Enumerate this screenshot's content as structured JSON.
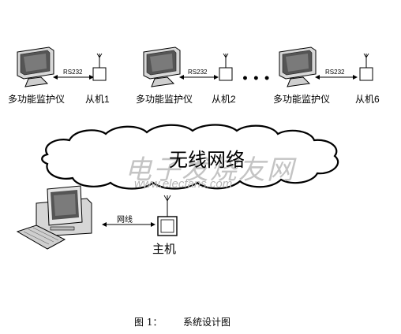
{
  "devices": [
    {
      "monitor_label": "多功能监护仪",
      "link_label": "RS232",
      "slave_label": "从机1"
    },
    {
      "monitor_label": "多功能监护仪",
      "link_label": "RS232",
      "slave_label": "从机2"
    },
    {
      "monitor_label": "多功能监护仪",
      "link_label": "RS232",
      "slave_label": "从机6"
    }
  ],
  "ellipsis": "• • •",
  "cloud_label": "无线网络",
  "watermark": {
    "cn": "电子发烧友网",
    "url": "www.elecfans.com"
  },
  "pc_link_label": "网线",
  "host_label": "主机",
  "caption": {
    "figure": "图 1：",
    "title": "系统设计图"
  },
  "colors": {
    "line": "#000000",
    "screen": "#5a5a5a",
    "watermark": "#b4b4b4"
  }
}
